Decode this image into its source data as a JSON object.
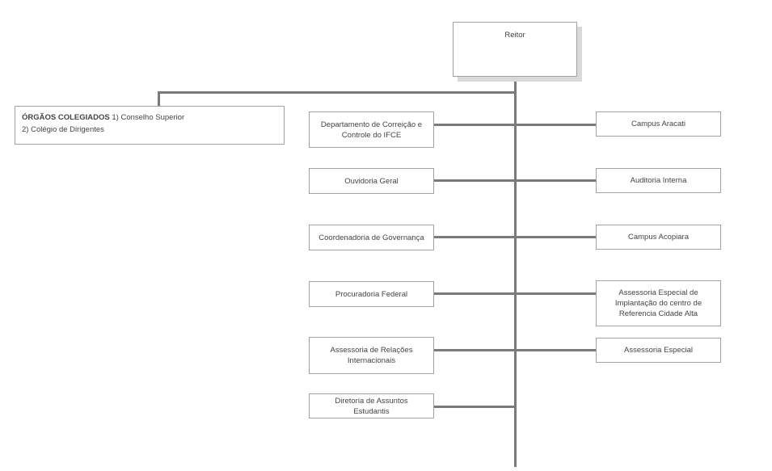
{
  "diagram": {
    "root": {
      "label": "Reitor"
    },
    "orgaos_colegiados": {
      "heading": "ÓRGÃOS COLEGIADOS",
      "item1": "1) Conselho Superior",
      "item2": "2) Colégio de Dirigentes"
    },
    "left_column": [
      {
        "label": "Departamento de Correição e Controle do IFCE"
      },
      {
        "label": "Ouvidoria Geral"
      },
      {
        "label": "Coordenadoria de Governança"
      },
      {
        "label": "Procuradoria Federal"
      },
      {
        "label": "Assessoria de Relações Internacionais"
      },
      {
        "label": "Diretoria de Assuntos Estudantis"
      }
    ],
    "right_column": [
      {
        "label": "Campus Aracati"
      },
      {
        "label": "Auditoria Interna"
      },
      {
        "label": "Campus Acopiara"
      },
      {
        "label": "Assessoria Especial de Implantação do centro de Referencia Cidade Alta"
      },
      {
        "label": "Assessoria Especial"
      }
    ],
    "colors": {
      "background": "#ffffff",
      "box_border": "#a0a0a0",
      "connector": "#7a7a7a",
      "text": "#444444",
      "shadow": "#d9d9d9"
    }
  }
}
